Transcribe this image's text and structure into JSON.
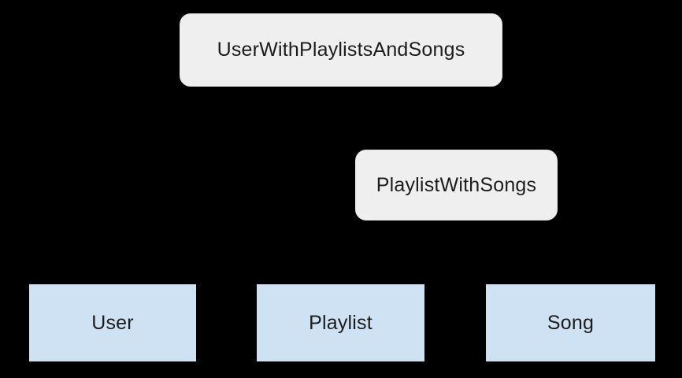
{
  "diagram": {
    "background_color": "#000000",
    "rounded_node_fill": "#efefef",
    "rect_node_fill": "#cfe2f3",
    "text_color": "#1c1c1c",
    "nodes": [
      {
        "id": "user-with-playlists-and-songs",
        "label": "UserWithPlaylistsAndSongs",
        "shape": "rounded-rectangle"
      },
      {
        "id": "playlist-with-songs",
        "label": "PlaylistWithSongs",
        "shape": "rounded-rectangle"
      },
      {
        "id": "user",
        "label": "User",
        "shape": "rectangle"
      },
      {
        "id": "playlist",
        "label": "Playlist",
        "shape": "rectangle"
      },
      {
        "id": "song",
        "label": "Song",
        "shape": "rectangle"
      }
    ]
  }
}
